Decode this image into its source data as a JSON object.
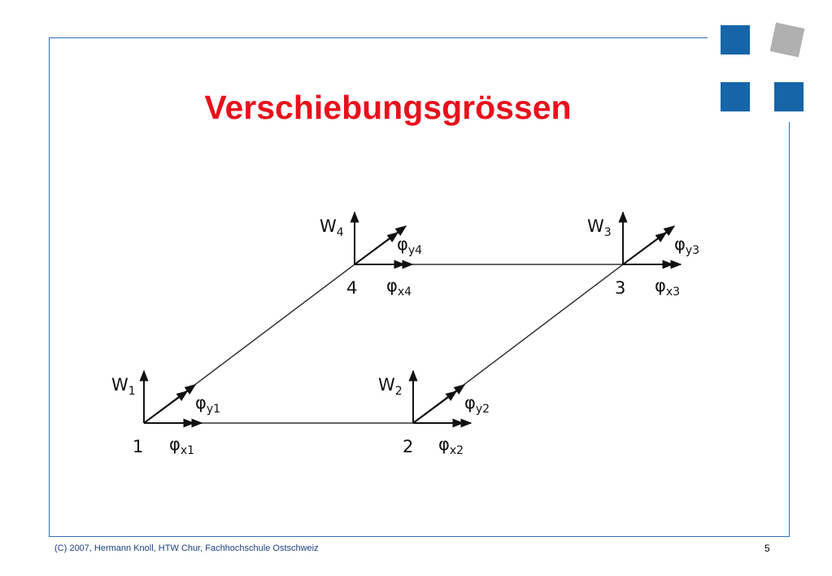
{
  "slide": {
    "title": "Verschiebungsgrössen",
    "footer": "(C) 2007, Hermann Knoll, HTW Chur, Fachhochschule Ostschweiz",
    "page_number": "5"
  },
  "colors": {
    "title": "#e8101c",
    "frame": "#2f6fb4",
    "square_blue": "#1565a8",
    "square_gray": "#b0b0b0"
  },
  "nodes": [
    {
      "id": "1",
      "w": "W",
      "w_sub": "1",
      "phi_y": "φ",
      "phi_y_sub": "y1",
      "phi_x": "φ",
      "phi_x_sub": "x1"
    },
    {
      "id": "2",
      "w": "W",
      "w_sub": "2",
      "phi_y": "φ",
      "phi_y_sub": "y2",
      "phi_x": "φ",
      "phi_x_sub": "x2"
    },
    {
      "id": "3",
      "w": "W",
      "w_sub": "3",
      "phi_y": "φ",
      "phi_y_sub": "y3",
      "phi_x": "φ",
      "phi_x_sub": "x3"
    },
    {
      "id": "4",
      "w": "W",
      "w_sub": "4",
      "phi_y": "φ",
      "phi_y_sub": "y4",
      "phi_x": "φ",
      "phi_x_sub": "x4"
    }
  ]
}
